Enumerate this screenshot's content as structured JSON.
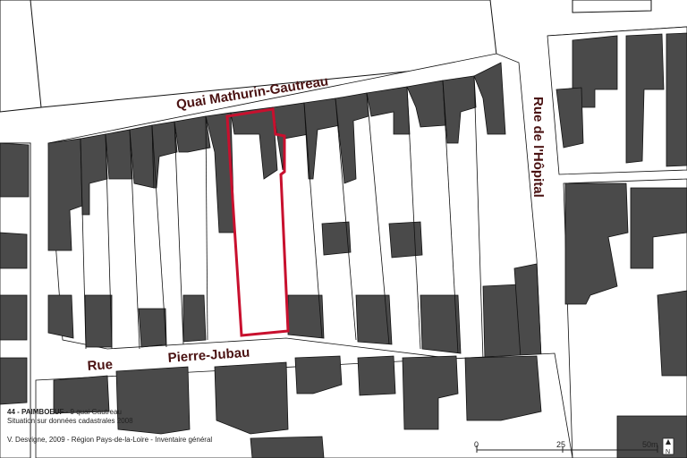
{
  "map": {
    "streets": {
      "quai": "Quai Mathurin-Gautreau",
      "hopital": "Rue de l'Hôpital",
      "rue": "Rue",
      "pierre_jubau": "Pierre-Jubau"
    },
    "colors": {
      "building": "#4a4a4a",
      "parcel_line": "#111111",
      "highlight": "#c8102e",
      "label": "#4a1212"
    }
  },
  "caption": {
    "code": "44 - PAIMBOEUF",
    "address": " - 9 quai Gautreau",
    "situation": "Situation sur données cadastrales 2008",
    "credit": "V. Desvigne, 2009 - Région Pays-de-la-Loire - Inventaire général"
  },
  "scale_bar": {
    "labels": [
      "0",
      "25",
      "50m"
    ],
    "north": "N"
  }
}
